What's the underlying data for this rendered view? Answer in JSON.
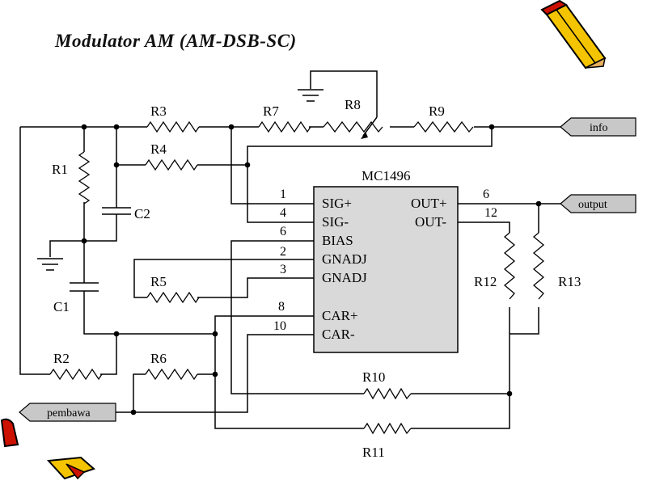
{
  "title": "Modulator AM (AM-DSB-SC)",
  "chip": {
    "name": "MC1496",
    "pins_left": [
      {
        "num": "1",
        "label": "SIG+"
      },
      {
        "num": "4",
        "label": "SIG-"
      },
      {
        "num": "6",
        "label": "BIAS"
      },
      {
        "num": "2",
        "label": "GNADJ"
      },
      {
        "num": "3",
        "label": "GNADJ"
      },
      {
        "num": "8",
        "label": "CAR+"
      },
      {
        "num": "10",
        "label": "CAR-"
      }
    ],
    "pins_right": [
      {
        "num": "6",
        "label": "OUT+"
      },
      {
        "num": "12",
        "label": "OUT-"
      }
    ]
  },
  "components": {
    "R1": "R1",
    "R2": "R2",
    "R3": "R3",
    "R4": "R4",
    "R5": "R5",
    "R6": "R6",
    "R7": "R7",
    "R8": "R8",
    "R9": "R9",
    "R10": "R10",
    "R11": "R11",
    "R12": "R12",
    "R13": "R13",
    "C1": "C1",
    "C2": "C2"
  },
  "ports": {
    "info": "info",
    "output": "output",
    "pembawa": "pembawa"
  },
  "icons": {
    "top_right": "pencil-icon",
    "bottom_left": "pencil-icon"
  },
  "colors": {
    "chip_fill": "#d9d9d9",
    "port_fill": "#c8c8c8",
    "pencil_yellow": "#f5c400",
    "pencil_red": "#cc1100"
  }
}
